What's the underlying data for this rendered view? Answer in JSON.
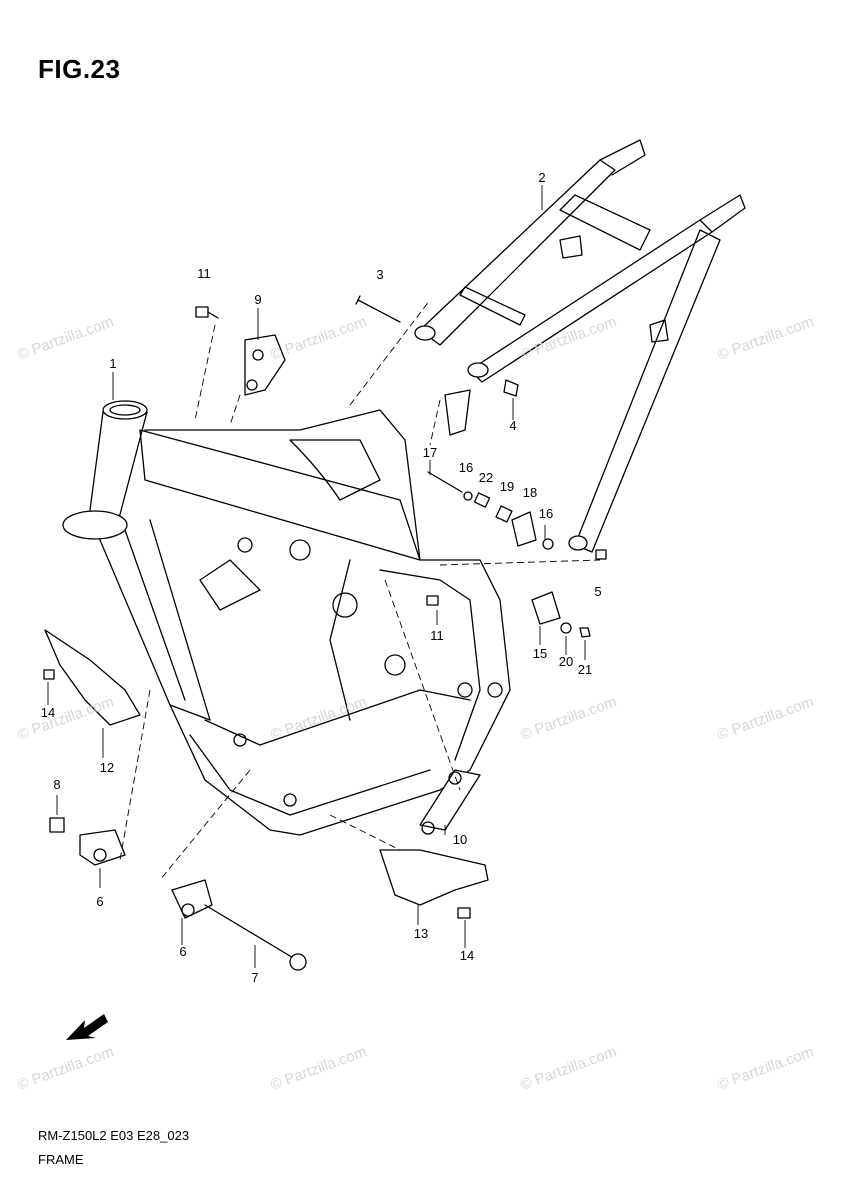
{
  "figure": {
    "title": "FIG.23"
  },
  "footer": {
    "code": "RM-Z150L2 E03 E28_023",
    "name": "FRAME"
  },
  "callouts": [
    {
      "id": "c-1",
      "text": "1"
    },
    {
      "id": "c-2",
      "text": "2"
    },
    {
      "id": "c-3",
      "text": "3"
    },
    {
      "id": "c-4",
      "text": "4"
    },
    {
      "id": "c-5",
      "text": "5"
    },
    {
      "id": "c-6a",
      "text": "6"
    },
    {
      "id": "c-6b",
      "text": "6"
    },
    {
      "id": "c-7",
      "text": "7"
    },
    {
      "id": "c-8",
      "text": "8"
    },
    {
      "id": "c-9",
      "text": "9"
    },
    {
      "id": "c-10",
      "text": "10"
    },
    {
      "id": "c-11a",
      "text": "11"
    },
    {
      "id": "c-11b",
      "text": "11"
    },
    {
      "id": "c-12",
      "text": "12"
    },
    {
      "id": "c-13",
      "text": "13"
    },
    {
      "id": "c-14a",
      "text": "14"
    },
    {
      "id": "c-14b",
      "text": "14"
    },
    {
      "id": "c-15",
      "text": "15"
    },
    {
      "id": "c-16a",
      "text": "16"
    },
    {
      "id": "c-16b",
      "text": "16"
    },
    {
      "id": "c-17",
      "text": "17"
    },
    {
      "id": "c-18",
      "text": "18"
    },
    {
      "id": "c-19",
      "text": "19"
    },
    {
      "id": "c-20",
      "text": "20"
    },
    {
      "id": "c-21",
      "text": "21"
    },
    {
      "id": "c-22",
      "text": "22"
    }
  ],
  "watermark": {
    "text": "© Partzilla.com"
  },
  "icons": {
    "direction": "front-arrow-icon"
  }
}
